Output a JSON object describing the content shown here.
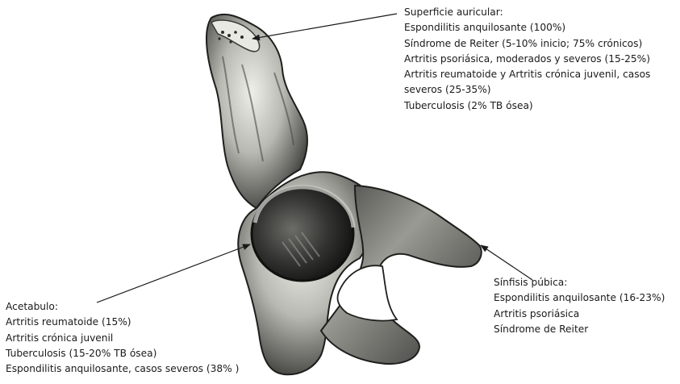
{
  "annotations": {
    "auricular": {
      "title": "Superficie auricular:",
      "lines": [
        "Espondilitis anquilosante (100%)",
        "Síndrome de Reiter (5-10% inicio; 75% crónicos)",
        "Artritis psoriásica, moderados y severos (15-25%)",
        "Artritis reumatoide y Artritis crónica juvenil, casos",
        "severos (25-35%)",
        "Tuberculosis (2% TB ósea)"
      ]
    },
    "sinfisis": {
      "title": "Sínfisis púbica:",
      "lines": [
        "Espondilitis anquilosante (16-23%)",
        "Artritis psoriásica",
        "Síndrome de Reiter"
      ]
    },
    "acetabulo": {
      "title": "Acetabulo:",
      "lines": [
        "Artritis reumatoide (15%)",
        "Artritis crónica juvenil",
        "Tuberculosis (15-20% TB ósea)",
        "Espondilitis anquilosante, casos severos (38% )"
      ]
    }
  },
  "colors": {
    "bone_light": "#d8d8d2",
    "bone_mid": "#8f8f8a",
    "bone_dark": "#2a2a28",
    "arrow": "#1a1a1a"
  }
}
